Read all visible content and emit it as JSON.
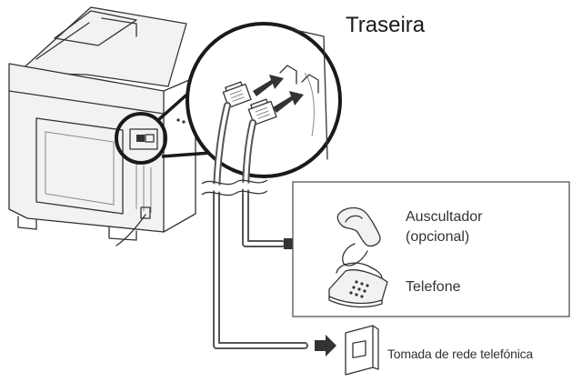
{
  "labels": {
    "rear": "Traseira",
    "handset_line1": "Auscultador",
    "handset_line2": "(opcional)",
    "telephone": "Telefone",
    "wall_jack": "Tomada de rede telefónica"
  },
  "colors": {
    "line": "#333333",
    "cable_outer": "#555555",
    "cable_inner": "#ffffff",
    "printer_fill": "#f2f2f2",
    "arrow": "#333333"
  }
}
